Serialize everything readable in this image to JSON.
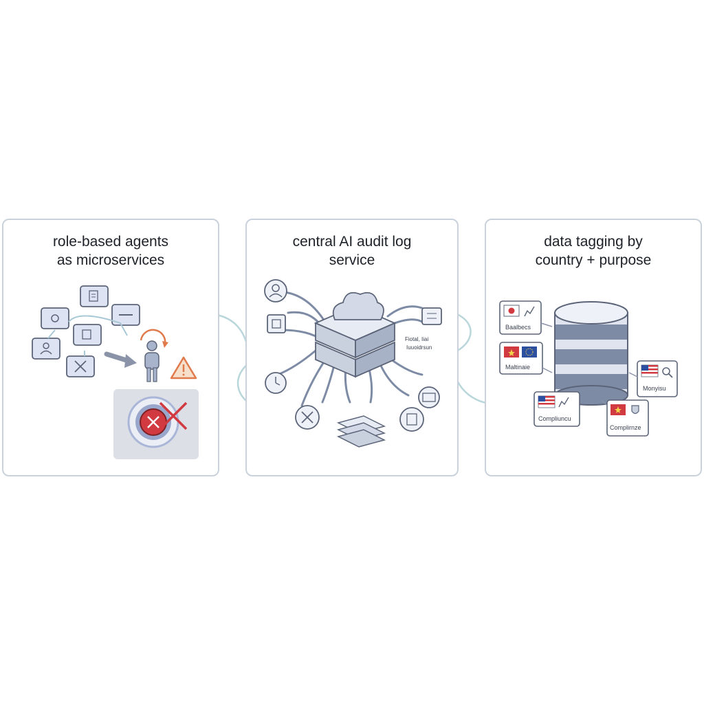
{
  "panels": [
    {
      "title_line1": "role-based agents",
      "title_line2": "as microservices"
    },
    {
      "title_line1": "central AI audit log",
      "title_line2": "service"
    },
    {
      "title_line1": "data tagging by",
      "title_line2": "country + purpose"
    }
  ],
  "tags": [
    {
      "label": "Baalbecs"
    },
    {
      "label": "Maltinaie"
    },
    {
      "label": "Compliuncu"
    },
    {
      "label": "Complirnze"
    },
    {
      "label": "Monyisu"
    }
  ],
  "audit_note": {
    "line1": "Fiotal, Iiai",
    "line2": "Iuuoidrsun"
  },
  "colors": {
    "border": "#c9d2dc",
    "icon_fill": "#dde3f2",
    "icon_stroke": "#5b6478",
    "warning": "#e07a4a",
    "error": "#d03a40",
    "connector": "#b9d6db",
    "db_stripe": "#7d8ba5",
    "db_light": "#dfe4ee"
  }
}
